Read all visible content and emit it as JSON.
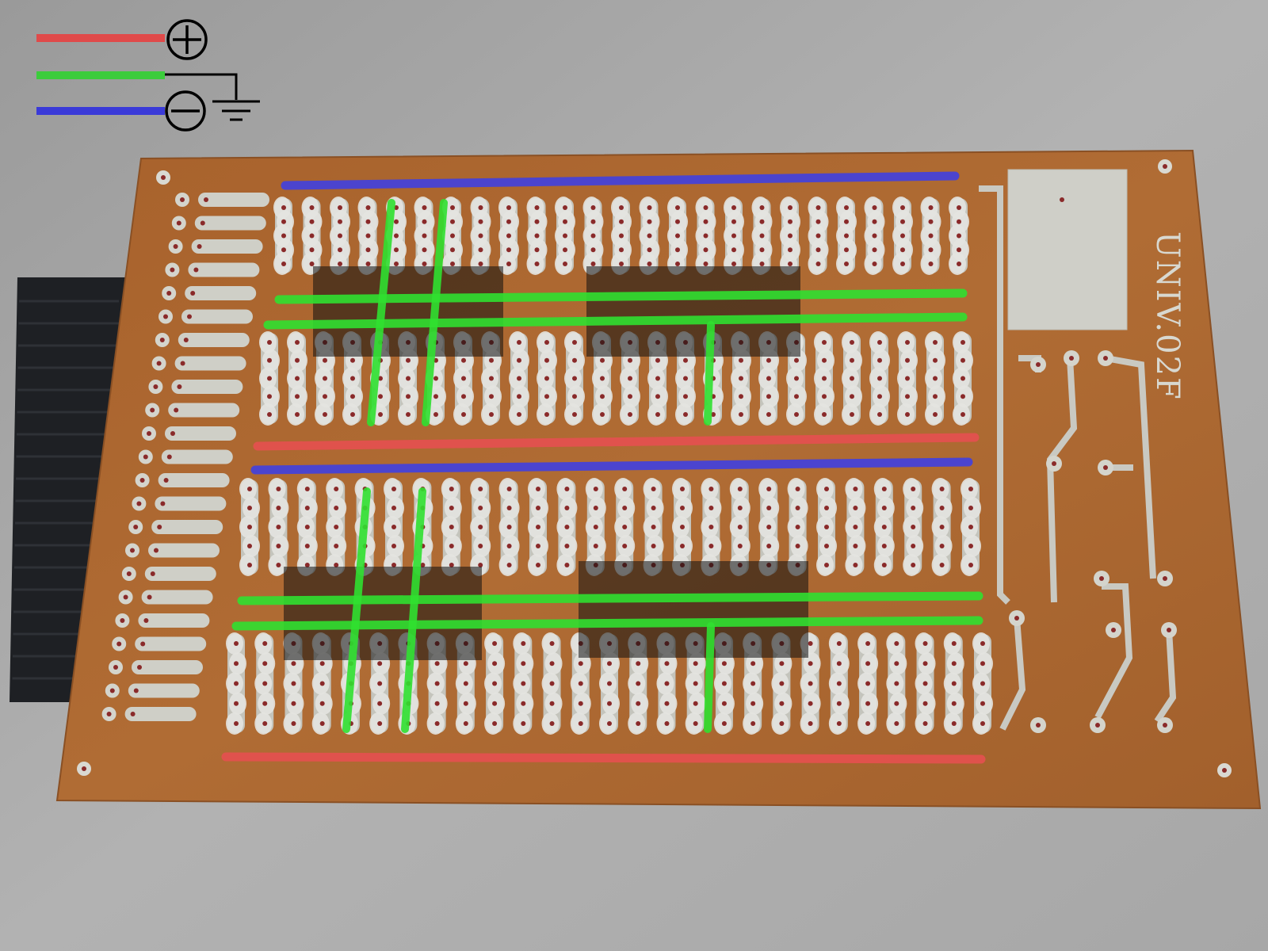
{
  "legend": [
    {
      "key": "positive-rail",
      "color": "#e04a4a",
      "symbol": "plus-circle"
    },
    {
      "key": "ground-rail",
      "color": "#3ccc3c",
      "symbol": "ground"
    },
    {
      "key": "negative-rail",
      "color": "#3a3ad8",
      "symbol": "minus-circle"
    }
  ],
  "board": {
    "silkscreen_text": "UNIV.02F",
    "substrate_color": "#b06a30",
    "copper_color": "#c8c8c0",
    "connector_color": "#1e2024",
    "ic_overlay_color": "#1a1a1a"
  },
  "rails": {
    "positive_color": "#e65050",
    "ground_color": "#30e030",
    "negative_color": "#4040e0"
  },
  "ic_overlays": [
    {
      "block": "top",
      "group": "left"
    },
    {
      "block": "top",
      "group": "right"
    },
    {
      "block": "bottom",
      "group": "left"
    },
    {
      "block": "bottom",
      "group": "right"
    }
  ]
}
